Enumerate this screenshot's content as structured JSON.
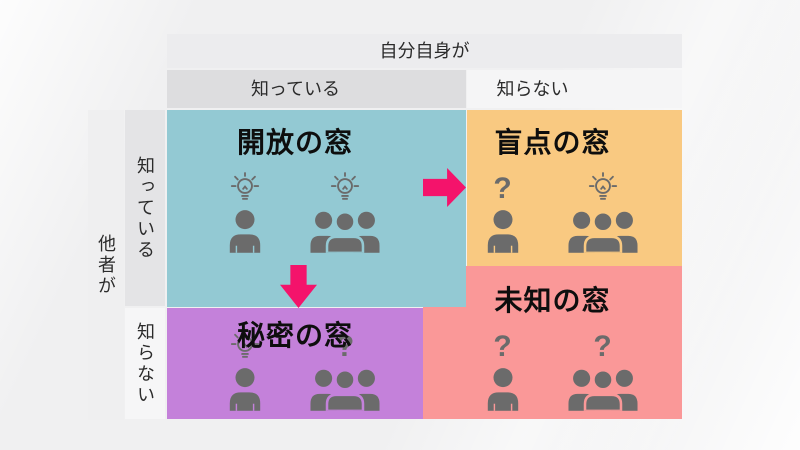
{
  "headers": {
    "self_axis": "自分自身が",
    "others_axis": "他者が",
    "col_known": "知っている",
    "col_unknown": "知らない",
    "row_known": "知っている",
    "row_unknown": "知らない"
  },
  "header_colors": {
    "top_bar": "#ececee",
    "col_known": "#dddddf",
    "col_unknown": "#f5f5f6",
    "others_col": "#efeff0",
    "row_known": "#e4e4e6",
    "row_unknown": "#f6f6f7"
  },
  "quadrants": {
    "open": {
      "title": "開放の窓",
      "bg": "#93c9d3",
      "self_marker": "lightbulb",
      "others_marker": "lightbulb"
    },
    "blind": {
      "title": "盲点の窓",
      "bg": "#f9c981",
      "self_marker": "question",
      "others_marker": "lightbulb"
    },
    "hidden": {
      "title": "秘密の窓",
      "bg": "#c481da",
      "self_marker": "lightbulb",
      "others_marker": "question"
    },
    "unknown": {
      "title": "未知の窓",
      "bg": "#fa9898",
      "self_marker": "question",
      "others_marker": "question"
    }
  },
  "icons": {
    "figure_color": "#6b6b6b",
    "question_glyph": "?"
  },
  "arrows": {
    "color": "#f4136b"
  }
}
